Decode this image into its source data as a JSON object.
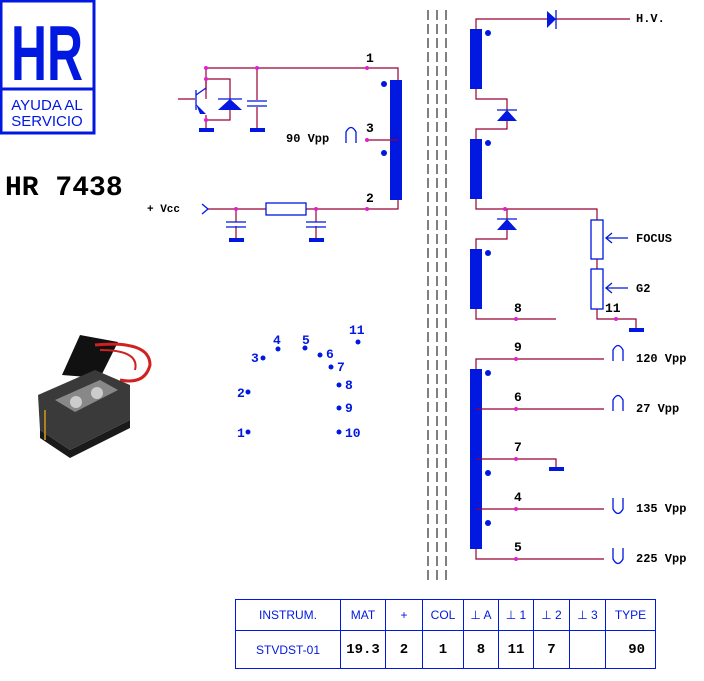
{
  "logo": {
    "letters": "HR",
    "tagline_1": "AYUDA AL",
    "tagline_2": "SERVICIO"
  },
  "model": "HR 7438",
  "primary": {
    "pin1": "1",
    "pin2": "2",
    "pin3": "3",
    "pulse_label": "90 Vpp",
    "vcc_label": "+ Vcc"
  },
  "hv": {
    "hv_label": "H.V.",
    "focus_label": "FOCUS",
    "g2_label": "G2",
    "pin8": "8",
    "pin11": "11"
  },
  "secondary": [
    {
      "pin": "9",
      "label": "120 Vpp"
    },
    {
      "pin": "6",
      "label": "27 Vpp"
    },
    {
      "pin": "7",
      "label": ""
    },
    {
      "pin": "4",
      "label": "135 Vpp"
    },
    {
      "pin": "5",
      "label": "225 Vpp"
    }
  ],
  "pinout": [
    "1",
    "2",
    "3",
    "4",
    "5",
    "6",
    "7",
    "8",
    "9",
    "10",
    "11"
  ],
  "table": {
    "headers": [
      "INSTRUM.",
      "MAT",
      "+",
      "COL",
      "⊥ A",
      "⊥ 1",
      "⊥ 2",
      "⊥ 3",
      "TYPE"
    ],
    "values": [
      "STVDST-01",
      "19.3",
      "2",
      "1",
      "8",
      "11",
      "7",
      "",
      "90"
    ]
  }
}
